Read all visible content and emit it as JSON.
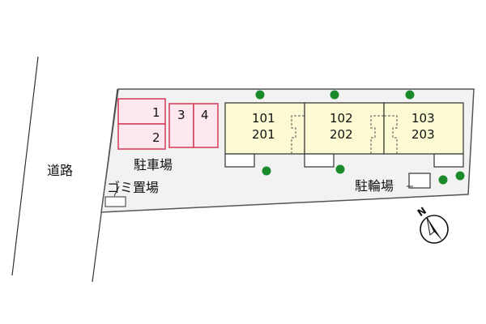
{
  "road": {
    "label": "道路"
  },
  "parking": {
    "label": "駐車場",
    "spaces": [
      "1",
      "2",
      "3",
      "4"
    ]
  },
  "garbage": {
    "label": "ゴミ置場"
  },
  "bicycle_parking": {
    "label": "駐輪場"
  },
  "units": [
    {
      "upper": "101",
      "lower": "201"
    },
    {
      "upper": "102",
      "lower": "202"
    },
    {
      "upper": "103",
      "lower": "203"
    }
  ],
  "compass": {
    "label": "N"
  },
  "colors": {
    "lot_fill": "#f2f2f2",
    "lot_stroke": "#555555",
    "parking_fill": "#fde8ef",
    "parking_stroke": "#d9435f",
    "building_fill": "#fbfad2",
    "tree": "#1a8a2a"
  }
}
